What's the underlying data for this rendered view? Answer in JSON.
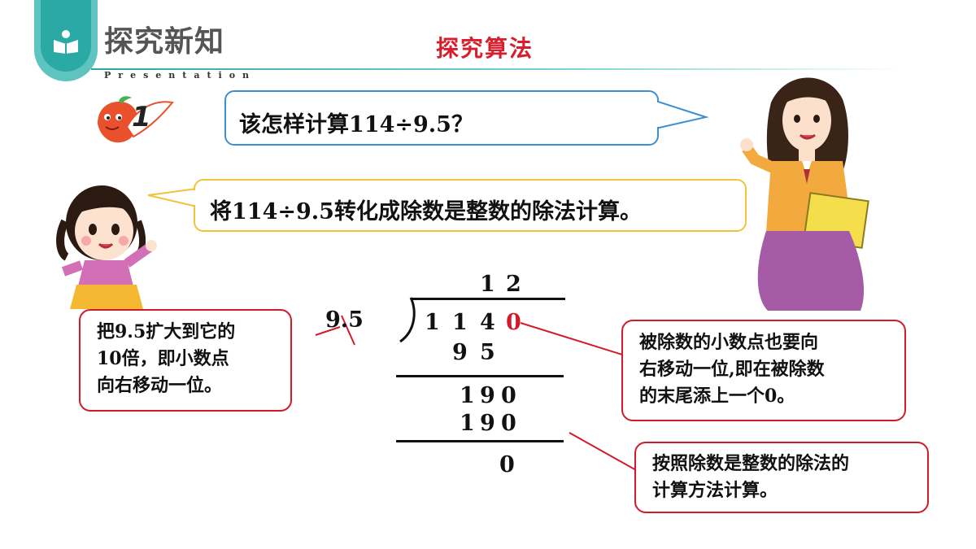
{
  "header": {
    "title": "探究新知",
    "subtitle": "Presentation",
    "section_title": "探究算法"
  },
  "example_number": "1",
  "question_bubble": "该怎样计算114÷9.5？",
  "answer_bubble": "将114÷9.5转化成除数是整数的除法计算。",
  "division": {
    "divisor": "9.5",
    "quotient": [
      "1",
      "2"
    ],
    "dividend_digits": [
      "1",
      "1",
      "4"
    ],
    "appended_zero": "0",
    "step1_product": [
      "9",
      "5"
    ],
    "step2_remainder": [
      "1",
      "9",
      "0"
    ],
    "step2_product": [
      "1",
      "9",
      "0"
    ],
    "final_remainder": "0"
  },
  "notes": {
    "left": [
      "把9.5扩大到它的",
      "10倍，即小数点",
      "向右移动一位。"
    ],
    "right_top": [
      "被除数的小数点也要向",
      "右移动一位,即在被除数",
      "的末尾添上一个0。"
    ],
    "right_bottom": [
      "按照除数是整数的除法的",
      "计算方法计算。"
    ]
  },
  "colors": {
    "teal": "#2aa9a5",
    "red": "#d11a2a",
    "blue_bubble": "#3d8fd0",
    "yellow_bubble": "#f1c33a"
  }
}
